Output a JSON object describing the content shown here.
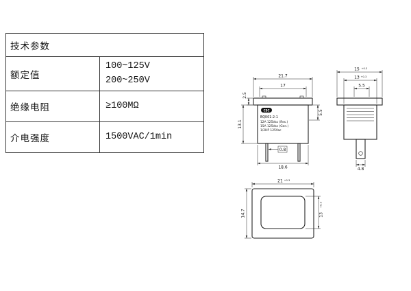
{
  "table": {
    "header": "技术参数",
    "rows": [
      {
        "label": "额定值",
        "values": [
          "100~125V",
          "200~250V"
        ]
      },
      {
        "label": "绝缘电阻",
        "values": [
          "≥100MΩ"
        ]
      },
      {
        "label": "介电强度",
        "values": [
          "1500VAC/1min"
        ]
      }
    ]
  },
  "front_view": {
    "dims": {
      "overall_width": "21.7",
      "upper_width": "17",
      "lower_width": "18.6",
      "terminal_thickness": "0.8",
      "bezel_height": "2.5",
      "body_height": "13.1",
      "right_depth": "5.5"
    },
    "label_block": {
      "brand": "CSC",
      "model": "BQK01-2-1",
      "rating_line1": "12A 125Vac (Res.)",
      "rating_line2": "15A 125Vac (Gen.)",
      "rating_line3": "1/2HP 125Vac"
    }
  },
  "side_view": {
    "dims": {
      "flange_width": "15",
      "flange_width_tol": "+0.3",
      "body_width": "13",
      "body_width_tol": "+0.3",
      "rocker_width": "5.5",
      "terminal_width": "4.8"
    }
  },
  "bottom_view": {
    "dims": {
      "outer_width": "21",
      "outer_width_tol": "+0.3",
      "outer_height": "14.7",
      "inner_height": "13",
      "inner_height_tol": "+0.3"
    }
  }
}
